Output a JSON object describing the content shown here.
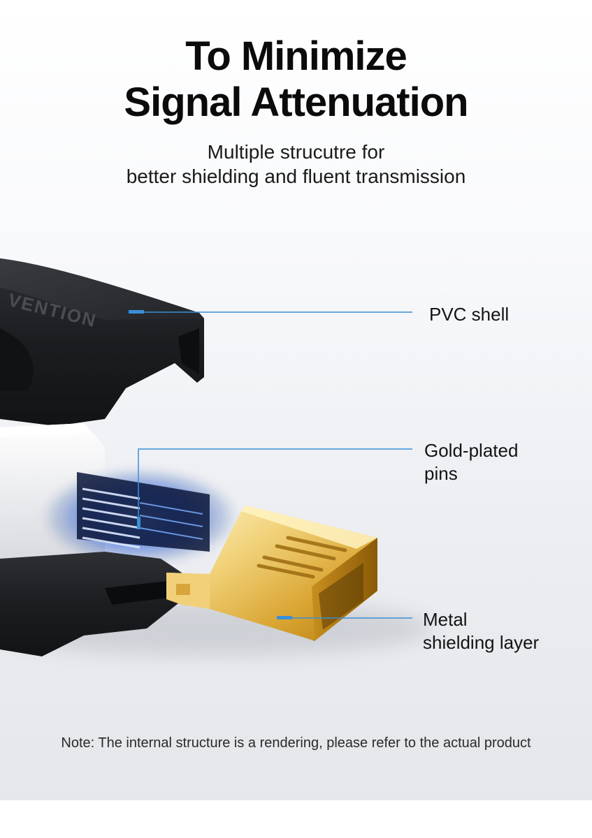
{
  "heading": {
    "line1": "To Minimize",
    "line2": "Signal Attenuation"
  },
  "subheading": {
    "line1": "Multiple strucutre for",
    "line2": "better shielding and fluent transmission"
  },
  "product": {
    "brand_engraving": "VENTION"
  },
  "callouts": {
    "pvc_shell": "PVC shell",
    "gold_pins_line1": "Gold-plated",
    "gold_pins_line2": "pins",
    "metal_line1": "Metal",
    "metal_line2": "shielding layer"
  },
  "note": "Note: The internal structure is a rendering, please refer to the actual product",
  "colors": {
    "callout_line": "#3a8fd6",
    "gold": "#e2b43a",
    "shell": "#1c1d20",
    "glow": "#2f73ff"
  }
}
